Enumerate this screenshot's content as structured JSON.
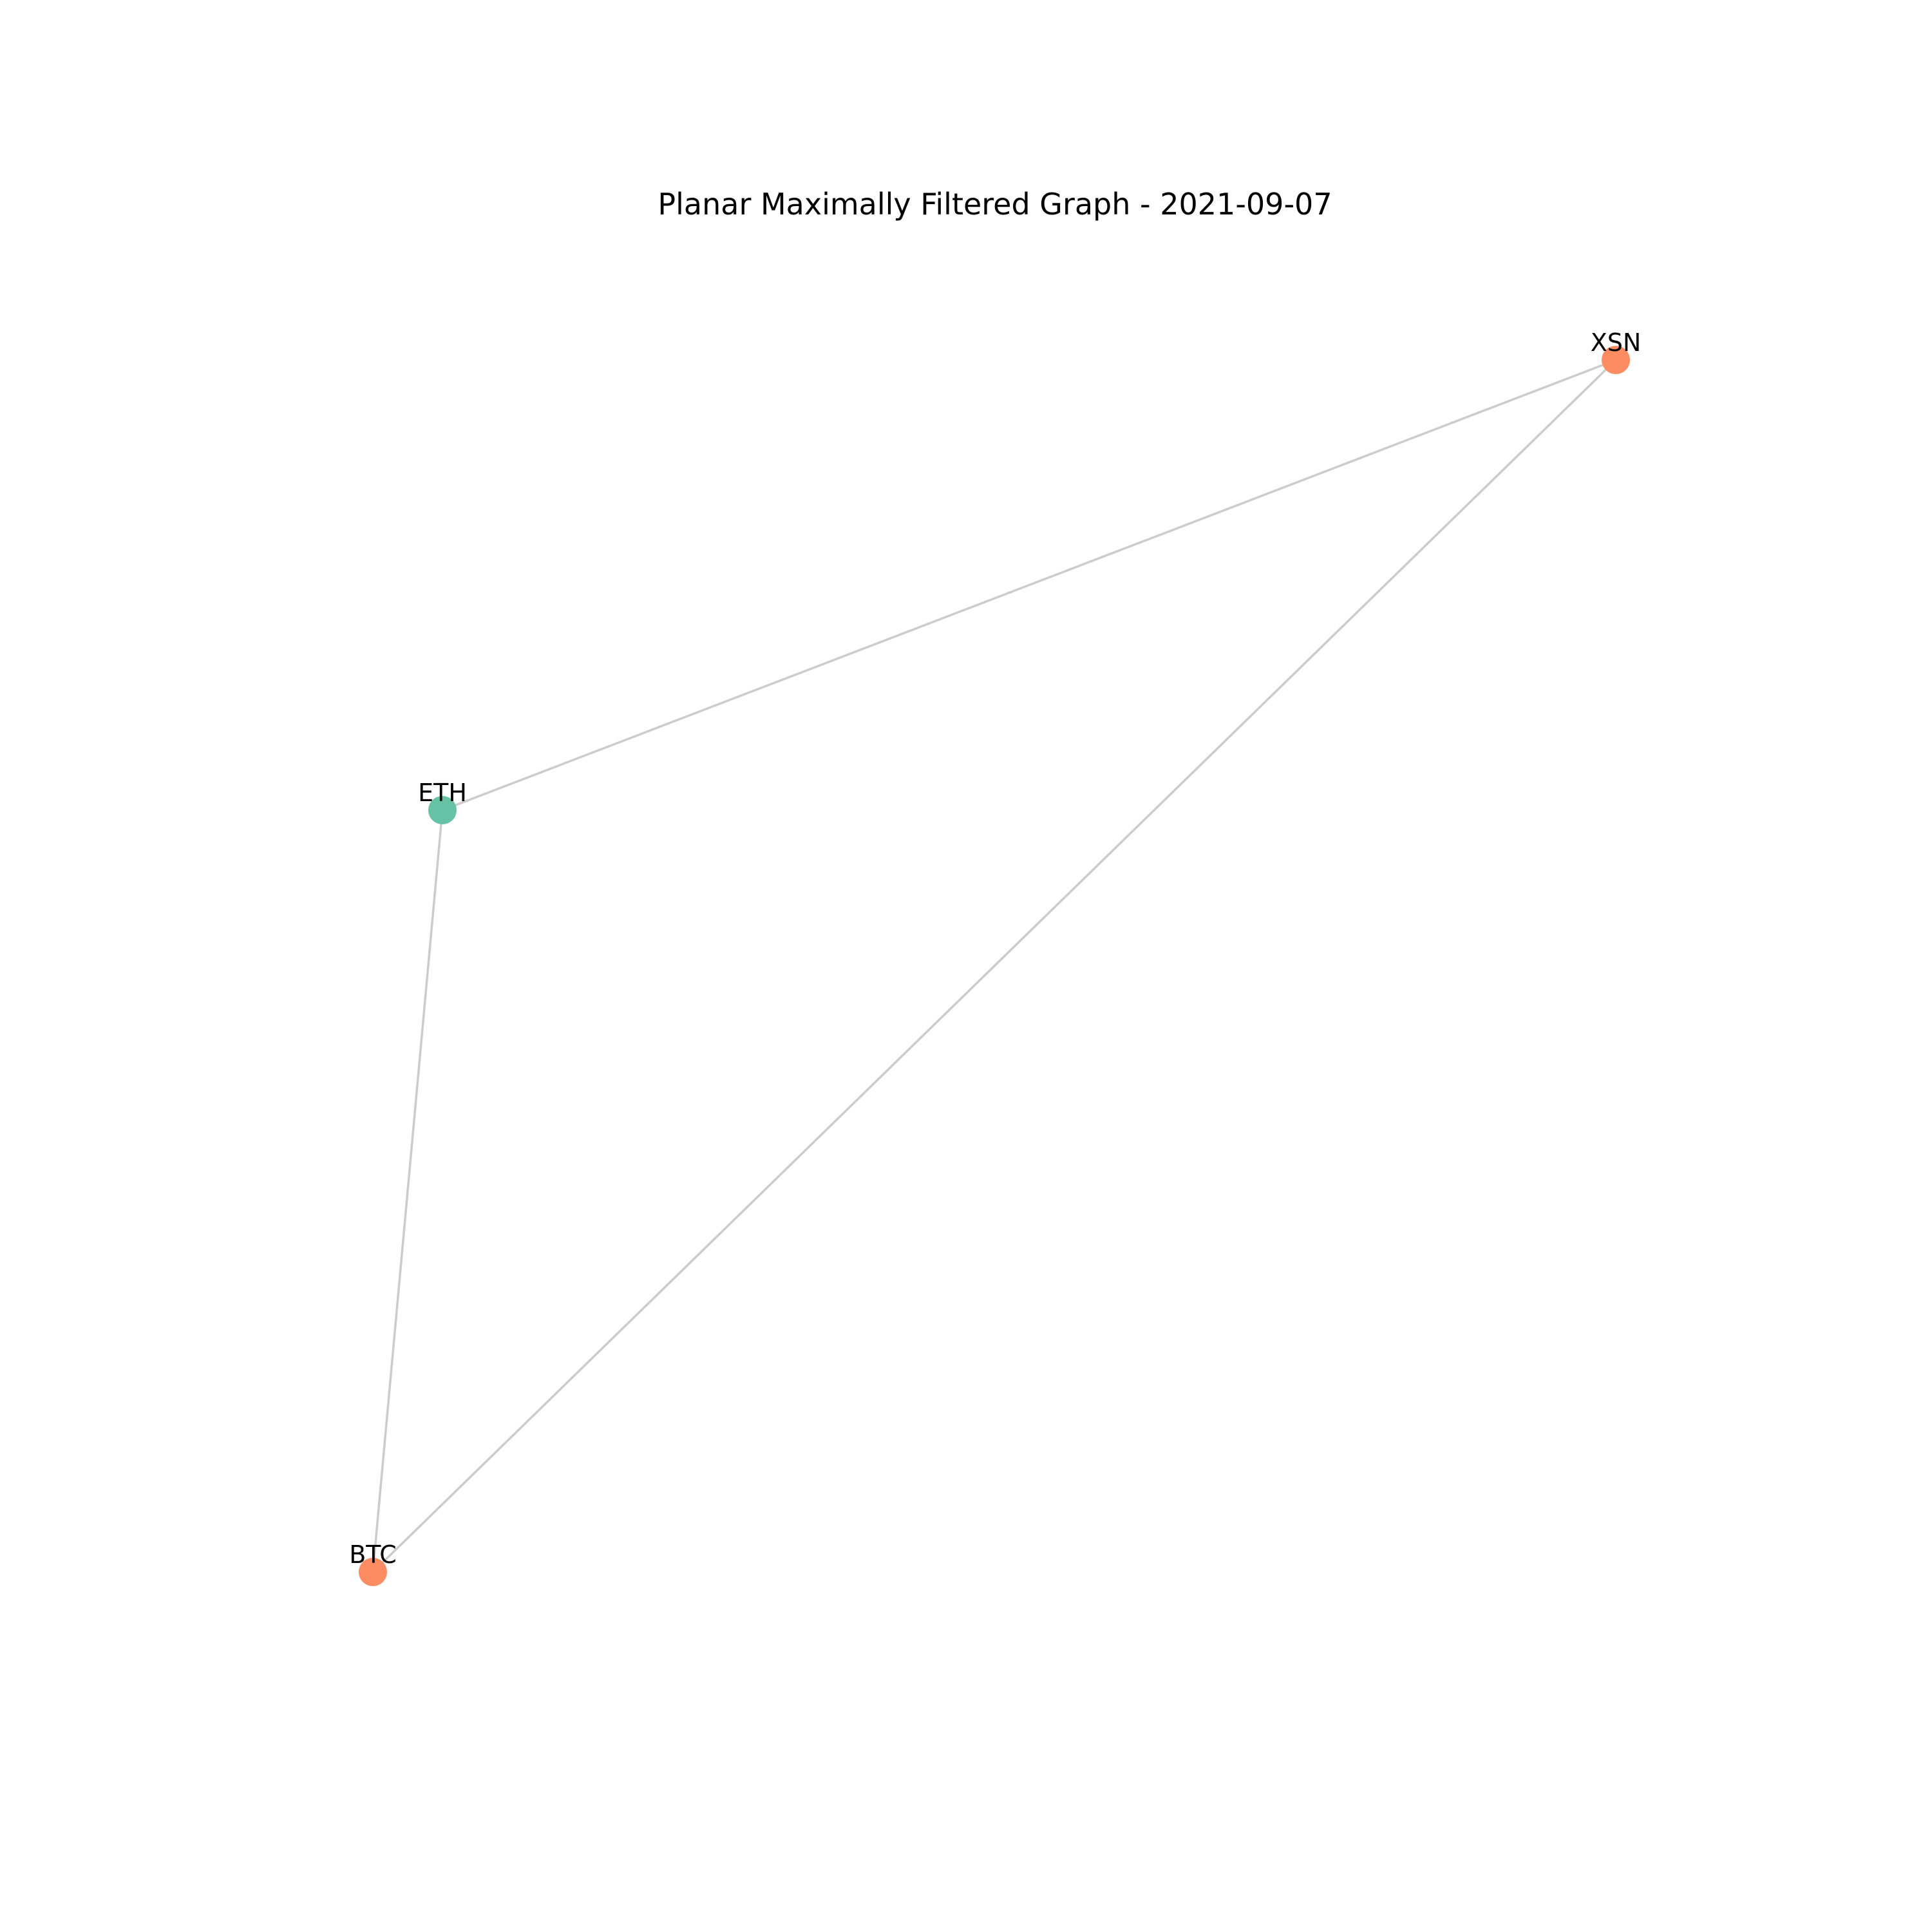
{
  "title": "Planar Maximally Filtered Graph  - 2021-09-07",
  "colors": {
    "edge": "#cccccc",
    "group_orange": "#fc8d62",
    "group_green": "#66c2a5"
  },
  "nodes": [
    {
      "id": "XSN",
      "label": "XSN",
      "color": "#fc8d62"
    },
    {
      "id": "ETH",
      "label": "ETH",
      "color": "#66c2a5"
    },
    {
      "id": "BTC",
      "label": "BTC",
      "color": "#fc8d62"
    }
  ],
  "edges": [
    {
      "source": "XSN",
      "target": "ETH"
    },
    {
      "source": "XSN",
      "target": "BTC"
    },
    {
      "source": "ETH",
      "target": "BTC"
    }
  ]
}
